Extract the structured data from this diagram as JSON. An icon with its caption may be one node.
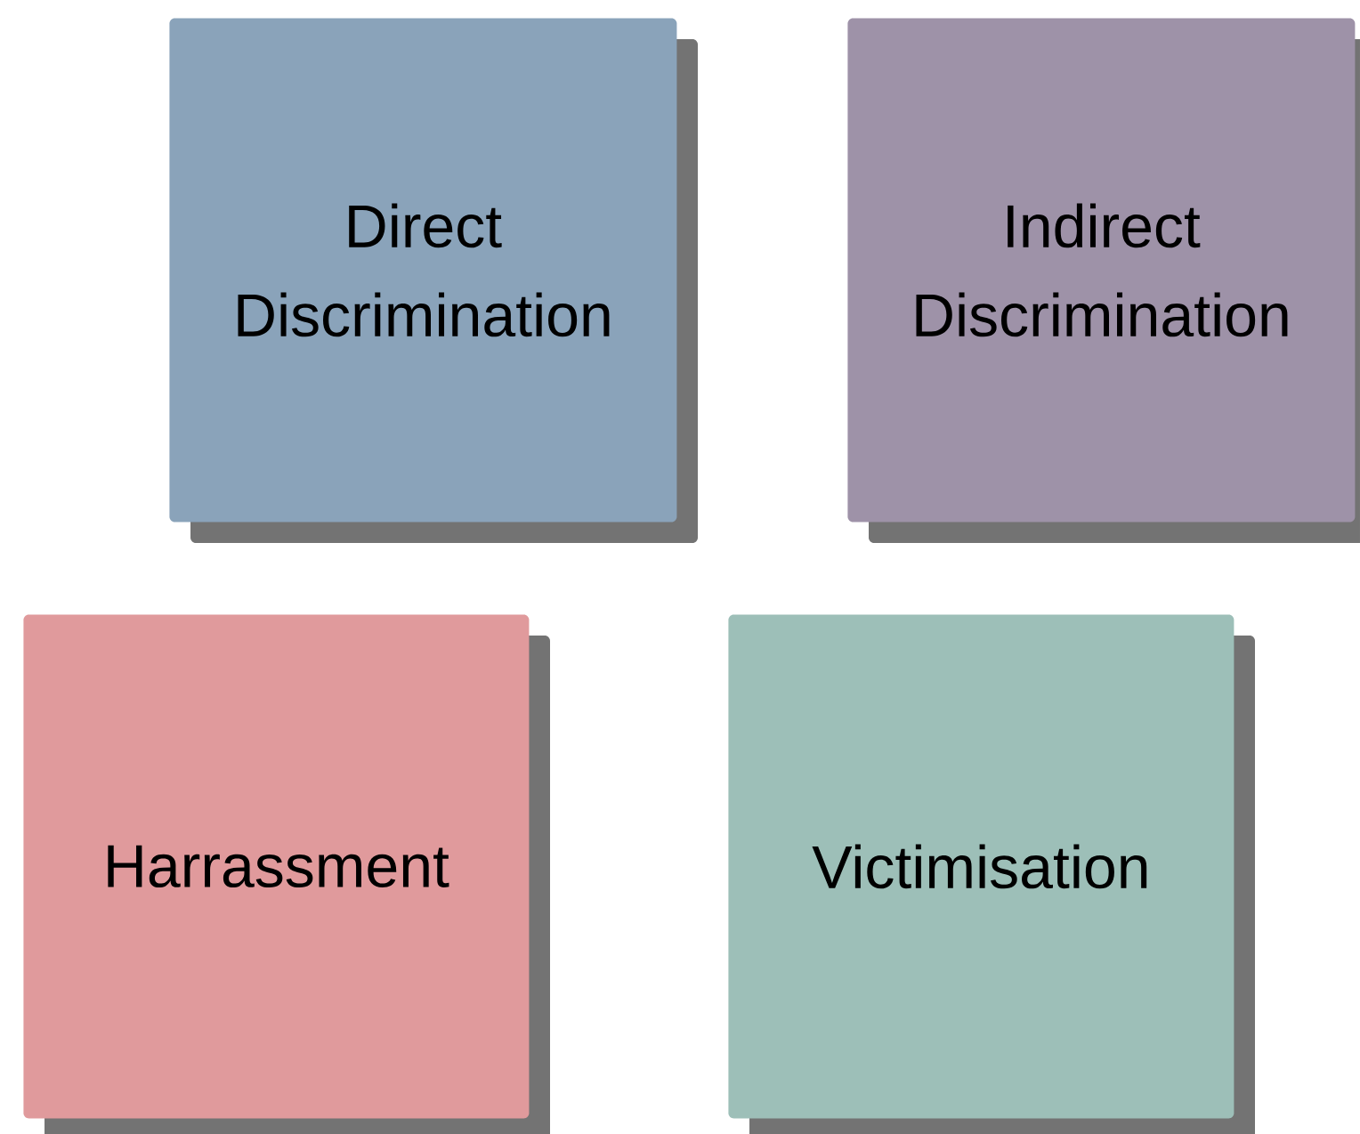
{
  "diagram": {
    "nodes": [
      {
        "text": [
          "Direct Discrimination"
        ]
      },
      {
        "text": [
          "Indirect Discrimination"
        ]
      },
      {
        "text": [
          "Harrassment"
        ]
      },
      {
        "text": [
          "Victimisation"
        ]
      }
    ]
  }
}
